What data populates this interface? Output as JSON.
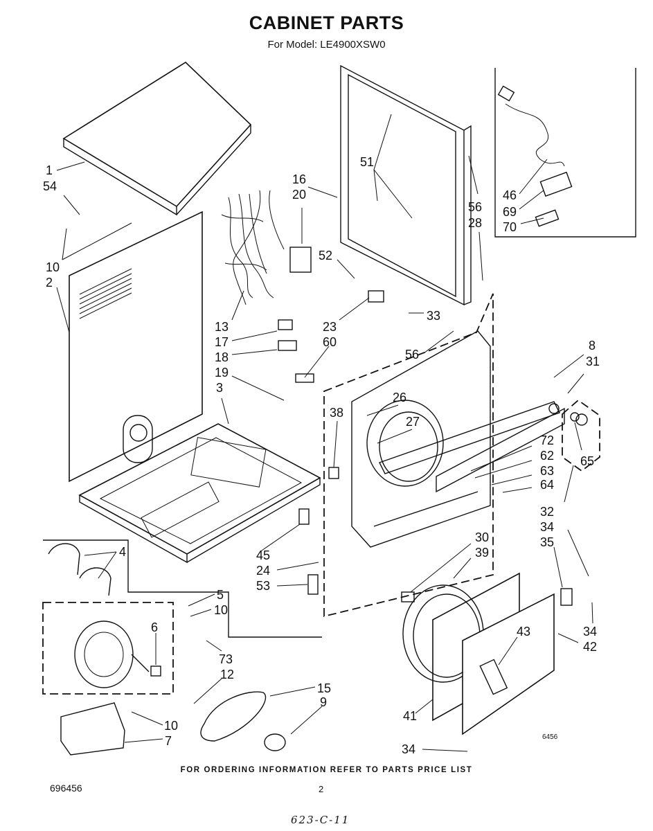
{
  "title": "CABINET PARTS",
  "subtitle": "For Model: LE4900XSW0",
  "footer": "FOR ORDERING INFORMATION REFER TO PARTS PRICE LIST",
  "doc_number": "696456",
  "page_number": "2",
  "handwritten_note": "623-C-11",
  "figure_code": "6456",
  "callouts": [
    "1",
    "54",
    "10",
    "2",
    "16",
    "20",
    "51",
    "56",
    "28",
    "46",
    "69",
    "70",
    "52",
    "13",
    "17",
    "18",
    "19",
    "3",
    "23",
    "60",
    "33",
    "56",
    "8",
    "31",
    "26",
    "27",
    "38",
    "72",
    "62",
    "63",
    "64",
    "65",
    "32",
    "34",
    "35",
    "45",
    "24",
    "53",
    "30",
    "39",
    "4",
    "5",
    "10",
    "6",
    "73",
    "12",
    "15",
    "9",
    "10",
    "7",
    "43",
    "34",
    "42",
    "41",
    "34"
  ]
}
